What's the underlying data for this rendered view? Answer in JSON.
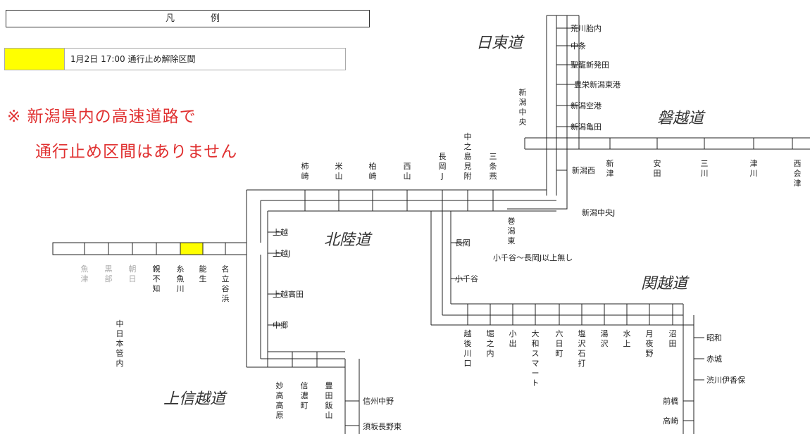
{
  "legend": {
    "title_left": "凡",
    "title_right": "例",
    "row_text": "1月2日 17:00 通行止め解除区間",
    "swatch_color": "#ffff00"
  },
  "notice": {
    "line1": "※ 新潟県内の高速道路で",
    "line2": "通行止め区間はありません",
    "color": "#e03030"
  },
  "roads": {
    "nittou": "日東道",
    "bannetsu": "磐越道",
    "hokuriku": "北陸道",
    "kanetsu": "関越道",
    "joshinetsu": "上信越道"
  },
  "note": "小千谷〜長岡J以上無し",
  "nihonkan": "中日本管内",
  "interchanges": {
    "nittou": [
      "荒川胎内",
      "中条",
      "聖籠新発田",
      "豊栄新潟東港",
      "新潟空港",
      "新潟亀田"
    ],
    "niigata_chuo": "新潟中央",
    "bannetsu": [
      "新潟西",
      "新津",
      "安田",
      "三川",
      "津川",
      "西会津"
    ],
    "niigata_chuo_j": "新潟中央J",
    "hokuriku_top": [
      "柿崎",
      "米山",
      "柏崎",
      "西山",
      "長岡J",
      "中之島見附",
      "三条燕"
    ],
    "makiushi": "巻潟東",
    "joetsu_side": [
      "上越",
      "上越J",
      "上越高田",
      "中郷"
    ],
    "hokuriku_west": [
      "魚津",
      "黒部",
      "朝日",
      "親不知",
      "糸魚川",
      "能生",
      "名立谷浜"
    ],
    "nagaoka": "長岡",
    "ojiya": "小千谷",
    "kanetsu": [
      "越後川口",
      "堀之内",
      "小出",
      "大和スマート",
      "六日町",
      "塩沢石打",
      "湯沢",
      "水上",
      "月夜野",
      "沼田"
    ],
    "kanetsu_east": [
      "昭和",
      "赤城",
      "渋川伊香保",
      "前橋",
      "高崎"
    ],
    "joshinetsu": [
      "妙高高原",
      "信濃町",
      "豊田飯山"
    ],
    "joshinetsu_east": [
      "信州中野",
      "須坂長野東"
    ]
  }
}
